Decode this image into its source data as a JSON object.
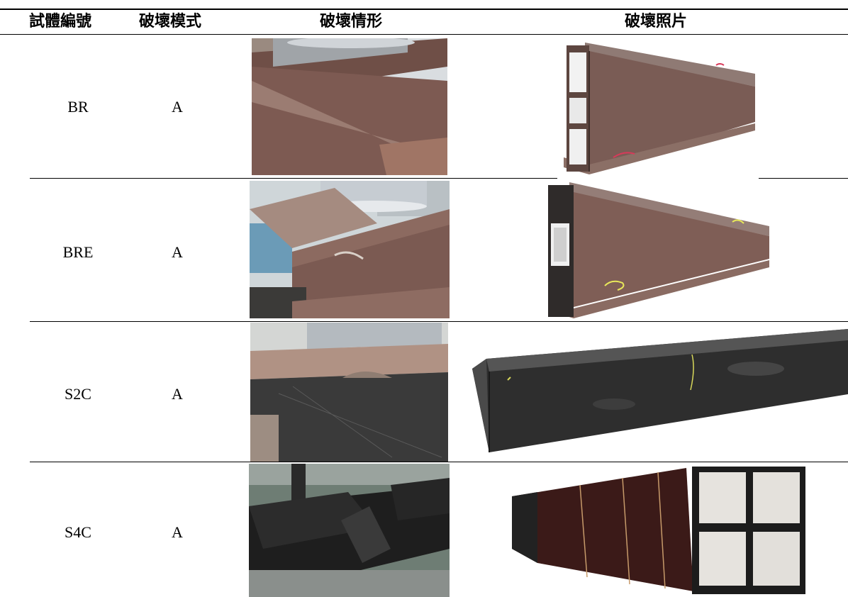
{
  "table": {
    "headers": {
      "specimen_id": "試體編號",
      "failure_mode": "破壞模式",
      "failure_condition": "破壞情形",
      "failure_photo": "破壞照片"
    },
    "rows": [
      {
        "specimen_id": "BR",
        "failure_mode": "A"
      },
      {
        "specimen_id": "BRE",
        "failure_mode": "A"
      },
      {
        "specimen_id": "S2C",
        "failure_mode": "A"
      },
      {
        "specimen_id": "S4C",
        "failure_mode": "A"
      }
    ]
  },
  "colors": {
    "brown_beam": "#7a5a52",
    "dark_beam": "#2e2e2e",
    "steel": "#c8cdd2",
    "rule": "#000000"
  }
}
